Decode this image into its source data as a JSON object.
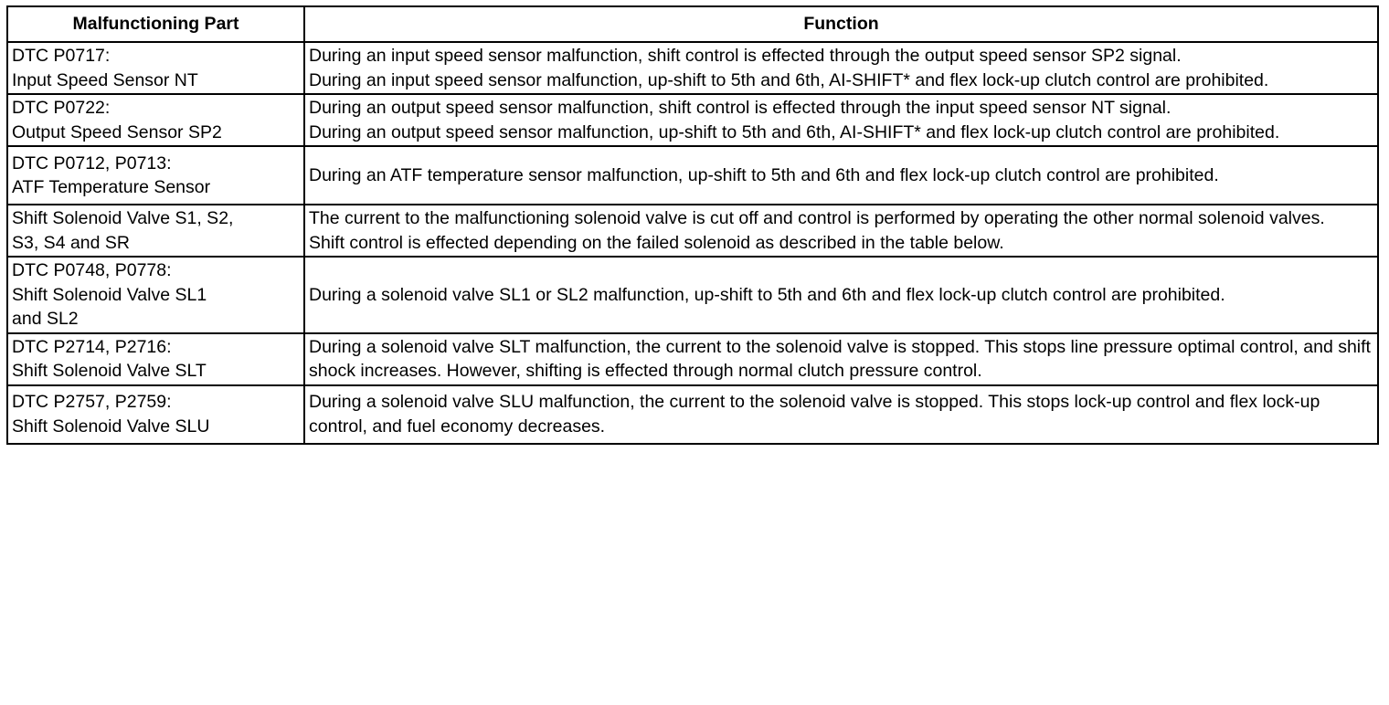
{
  "table": {
    "headers": {
      "part": "Malfunctioning Part",
      "function": "Function"
    },
    "rows": [
      {
        "part": [
          "DTC P0717:",
          "Input Speed Sensor NT"
        ],
        "function": [
          "During an input speed sensor malfunction, shift control is effected through the output speed sensor SP2 signal.",
          "During an input speed sensor malfunction, up-shift to 5th and 6th, AI-SHIFT* and flex lock-up clutch control are prohibited."
        ]
      },
      {
        "part": [
          "DTC P0722:",
          "Output Speed Sensor SP2"
        ],
        "function": [
          "During an output speed sensor malfunction, shift control is effected through the input speed sensor NT signal.",
          "During an output speed sensor malfunction, up-shift to 5th and 6th, AI-SHIFT* and flex lock-up clutch control are prohibited."
        ]
      },
      {
        "part": [
          "DTC P0712, P0713:",
          "ATF Temperature Sensor"
        ],
        "function": [
          "During an ATF temperature sensor malfunction, up-shift to 5th and 6th and flex lock-up clutch control are prohibited."
        ]
      },
      {
        "part": [
          "Shift Solenoid Valve S1, S2,",
          "S3, S4 and SR"
        ],
        "function": [
          "The current to the malfunctioning solenoid valve is cut off and control is performed by operating the other normal solenoid valves.",
          "Shift control is effected depending on the failed solenoid as described in the table below."
        ]
      },
      {
        "part": [
          "DTC P0748, P0778:",
          "Shift Solenoid Valve SL1",
          "and SL2"
        ],
        "function": [
          "During a solenoid valve SL1 or SL2 malfunction, up-shift to 5th and 6th and flex lock-up clutch control are prohibited."
        ]
      },
      {
        "part": [
          "DTC P2714, P2716:",
          "Shift Solenoid Valve SLT"
        ],
        "function": [
          "During a solenoid valve SLT malfunction, the current to the solenoid valve is stopped. This stops line pressure optimal control, and shift shock increases. However, shifting is effected through normal clutch pressure control."
        ]
      },
      {
        "part": [
          "DTC P2757, P2759:",
          "Shift Solenoid Valve SLU"
        ],
        "function": [
          "During a solenoid valve SLU malfunction, the current to the solenoid valve is stopped. This stops lock-up control and flex lock-up control, and fuel economy decreases."
        ]
      }
    ]
  }
}
